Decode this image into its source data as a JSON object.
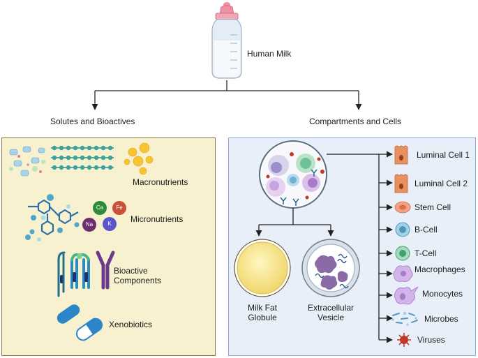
{
  "root": {
    "label": "Human Milk"
  },
  "branches": {
    "left": {
      "title": "Solutes and Bioactives"
    },
    "right": {
      "title": "Compartments and Cells"
    }
  },
  "solutes": [
    {
      "label": "Macronutrients",
      "icon": "macronutrient-molecules-icon"
    },
    {
      "label": "Micronutrients",
      "icon": "mineral-ions-icon",
      "ions": [
        "Ca",
        "Fe",
        "Na",
        "K"
      ]
    },
    {
      "label": "Bioactive\nComponents",
      "icon": "antibody-proteins-icon"
    },
    {
      "label": "Xenobiotics",
      "icon": "pills-icon"
    }
  ],
  "compartments": [
    {
      "label": "Milk Fat\nGlobule",
      "icon": "fat-globule-icon"
    },
    {
      "label": "Extracellular\nVesicle",
      "icon": "vesicle-icon"
    }
  ],
  "cells": [
    {
      "label": "Luminal Cell 1",
      "color": "#e08a5a"
    },
    {
      "label": "Luminal Cell 2",
      "color": "#e08a5a"
    },
    {
      "label": "Stem Cell",
      "color": "#ef9a7a"
    },
    {
      "label": "B-Cell",
      "color": "#6fb3cf"
    },
    {
      "label": "T-Cell",
      "color": "#6fc09a"
    },
    {
      "label": "Macrophages",
      "color": "#c7a3e0"
    },
    {
      "label": "Monocytes",
      "color": "#c7a3e0"
    },
    {
      "label": "Microbes",
      "color": "#7fb4d6"
    },
    {
      "label": "Viruses",
      "color": "#c0392b"
    }
  ],
  "colors": {
    "left_panel_bg": "#f8f1cf",
    "right_panel_bg": "#e9eff8",
    "nipple": "#ef8fa0",
    "bottle": "#dfe8f2"
  }
}
